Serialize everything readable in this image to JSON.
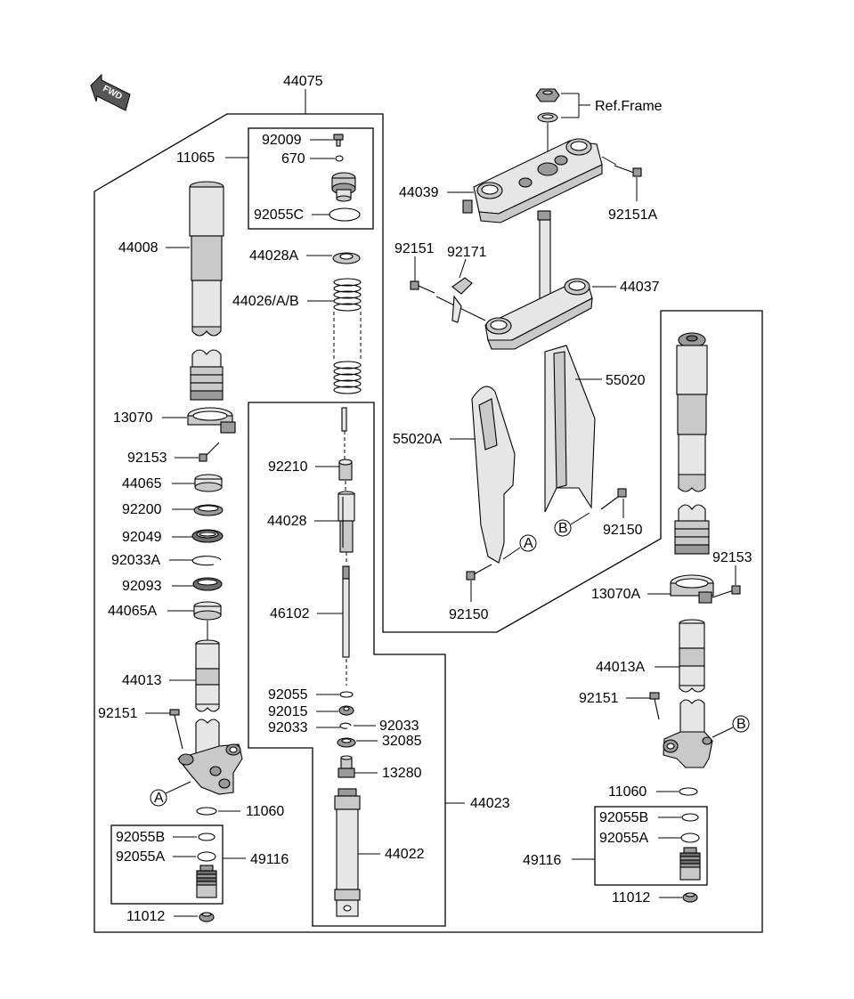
{
  "diagram": {
    "fwd_label": "FWD",
    "callout_a": "A",
    "callout_b": "B",
    "labels": {
      "l44075": "44075",
      "l11065": "11065",
      "l92009": "92009",
      "l670": "670",
      "l92055C": "92055C",
      "l44028A": "44028A",
      "l44026": "44026/A/B",
      "l44008": "44008",
      "l13070": "13070",
      "l92153": "92153",
      "l44065": "44065",
      "l92200": "92200",
      "l92049": "92049",
      "l92033A": "92033A",
      "l92093": "92093",
      "l44065A": "44065A",
      "l44013": "44013",
      "l92151_left": "92151",
      "l11060_left": "11060",
      "l92055B_left": "92055B",
      "l92055A_left": "92055A",
      "l49116_left": "49116",
      "l11012_left": "11012",
      "l92210": "92210",
      "l44028": "44028",
      "l46102": "46102",
      "l92055": "92055",
      "l92015": "92015",
      "l92033_a": "92033",
      "l92033_b": "92033",
      "l32085": "32085",
      "l13280": "13280",
      "l44023": "44023",
      "l44022": "44022",
      "l_ref_frame": "Ref.Frame",
      "l44039": "44039",
      "l92151A": "92151A",
      "l92151_top": "92151",
      "l92171": "92171",
      "l44037": "44037",
      "l55020": "55020",
      "l55020A": "55020A",
      "l92150_right": "92150",
      "l92150_bottom": "92150",
      "l92153_right": "92153",
      "l13070A": "13070A",
      "l44013A": "44013A",
      "l92151_right": "92151",
      "l11060_right": "11060",
      "l92055B_right": "92055B",
      "l92055A_right": "92055A",
      "l49116_right": "49116",
      "l11012_right": "11012"
    }
  }
}
